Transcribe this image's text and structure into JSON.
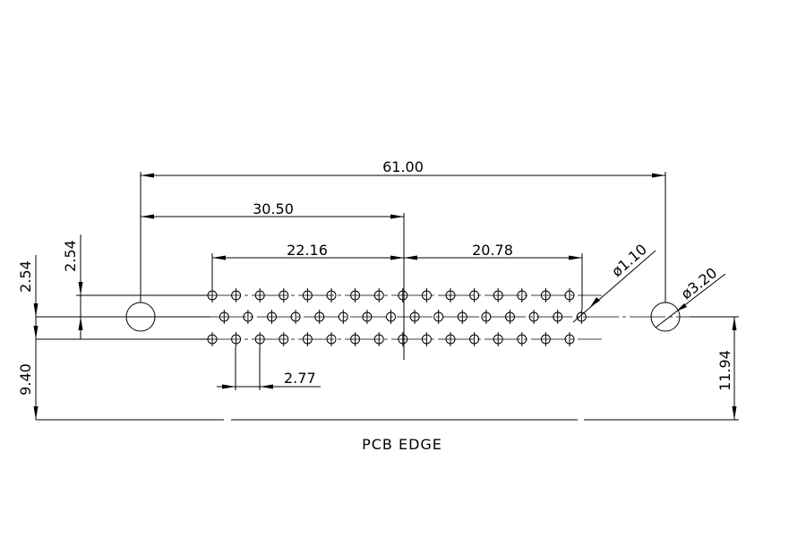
{
  "dimensions": {
    "overall_mount_span": "61.00",
    "mount_to_center": "30.50",
    "left_pin_span": "22.16",
    "right_pin_span": "20.78",
    "pin_pitch": "2.77",
    "row_offset_top": "2.54",
    "row_offset_left": "2.54",
    "pcb_edge_to_bottom_row": "9.40",
    "pcb_edge_to_center_row": "11.94",
    "pin_hole_diameter": "ø1.10",
    "mount_hole_diameter": "ø3.20"
  },
  "labels": {
    "pcb_edge": "PCB EDGE"
  }
}
